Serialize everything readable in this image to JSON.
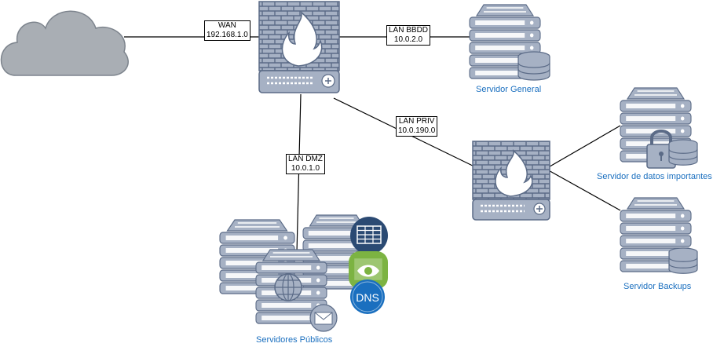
{
  "colors": {
    "device_fill": "#a6b1c4",
    "device_stroke": "#5b6b87",
    "slot_fill": "#ffffff",
    "brick_fill": "#a6b1c4",
    "cloud_fill": "#a9aeb4",
    "edge_color": "#000000",
    "label_color": "#1a6fbf",
    "tile_dark": "#2b4a73",
    "tile_green": "#7cb342",
    "tile_blue": "#1a6fbf"
  },
  "icons": {
    "cloud": "cloud-icon",
    "firewall": "firewall-icon",
    "server": "server-rack-icon",
    "database": "database-icon",
    "lock": "padlock-icon",
    "globe": "globe-icon",
    "mail": "envelope-icon",
    "table": "table-icon",
    "eye": "eye-icon"
  },
  "edges": {
    "wan": {
      "name": "WAN",
      "ip": "192.168.1.0"
    },
    "lan_bbdd": {
      "name": "LAN BBDD",
      "ip": "10.0.2.0"
    },
    "lan_priv": {
      "name": "LAN PRIV",
      "ip": "10.0.190.0"
    },
    "lan_dmz": {
      "name": "LAN DMZ",
      "ip": "10.0.1.0"
    }
  },
  "nodes": {
    "servidor_general": "Servidor General",
    "servidor_datos": "Servidor de datos importantes",
    "servidor_backups": "Servidor Backups",
    "servidores_publicos": "Servidores Públicos",
    "dns_tile": "DNS"
  }
}
